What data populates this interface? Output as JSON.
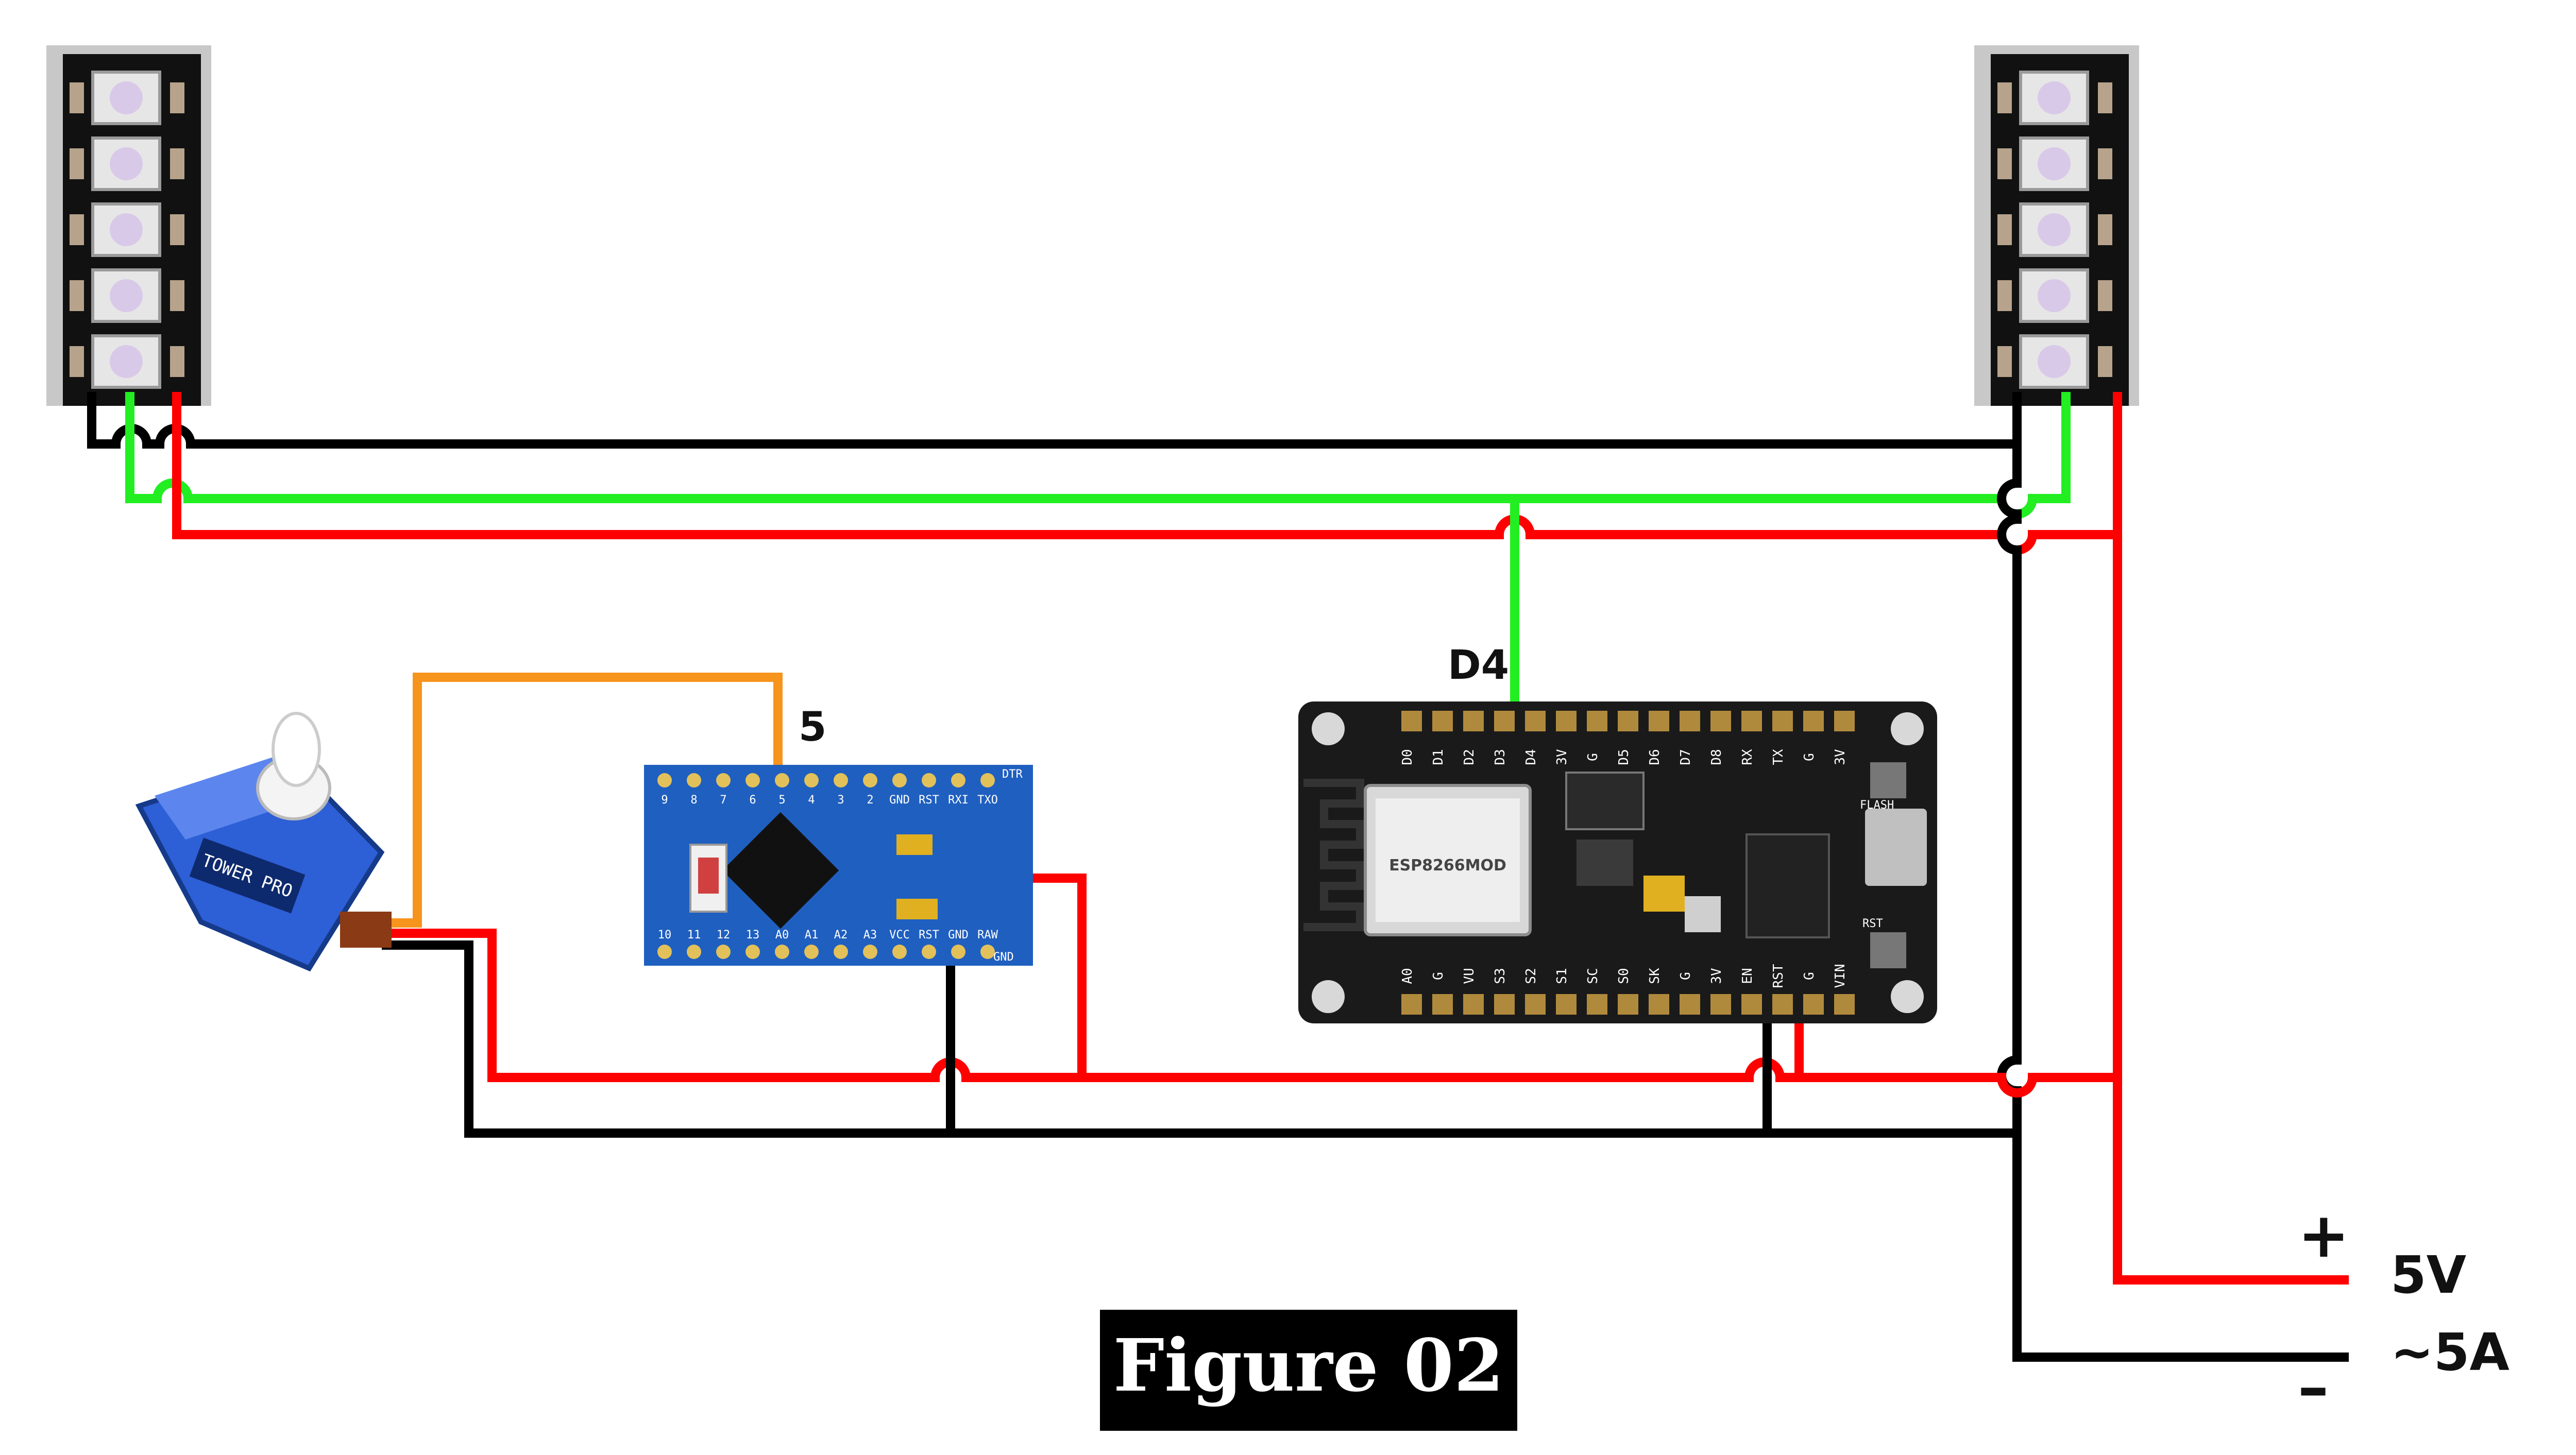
{
  "labels": {
    "pin_d4": "D4",
    "pin_5": "5",
    "plus": "+",
    "minus": "–",
    "volt": "5V",
    "amp": "~5A",
    "figure": "Figure 02"
  },
  "nodemcu": {
    "module": "ESP8266MOD",
    "top_pins": [
      "D0",
      "D1",
      "D2",
      "D3",
      "D4",
      "3V",
      "G",
      "D5",
      "D6",
      "D7",
      "D8",
      "RX",
      "TX",
      "G",
      "3V"
    ],
    "bottom_pins": [
      "A0",
      "G",
      "VU",
      "S3",
      "S2",
      "S1",
      "SC",
      "S0",
      "SK",
      "G",
      "3V",
      "EN",
      "RST",
      "G",
      "VIN"
    ],
    "flash": "FLASH",
    "rst": "RST"
  },
  "promini": {
    "top_pins": [
      "9",
      "8",
      "7",
      "6",
      "5",
      "4",
      "3",
      "2",
      "GND",
      "RST",
      "RXI",
      "TXO"
    ],
    "bottom_pins": [
      "10",
      "11",
      "12",
      "13",
      "A0",
      "A1",
      "A2",
      "A3",
      "VCC",
      "RST",
      "GND",
      "RAW"
    ],
    "dtr": "DTR",
    "gnd": "GND"
  },
  "servo": {
    "brand": "TOWER PRO"
  },
  "colors": {
    "gnd_wire": "#000000",
    "vcc_wire": "#ff0000",
    "data_wire": "#22ee22",
    "signal_wire": "#f7941d",
    "board_pcb": "#1a1a1a",
    "promini_pcb": "#1f5fbf",
    "servo_body": "#2d5fd6"
  }
}
